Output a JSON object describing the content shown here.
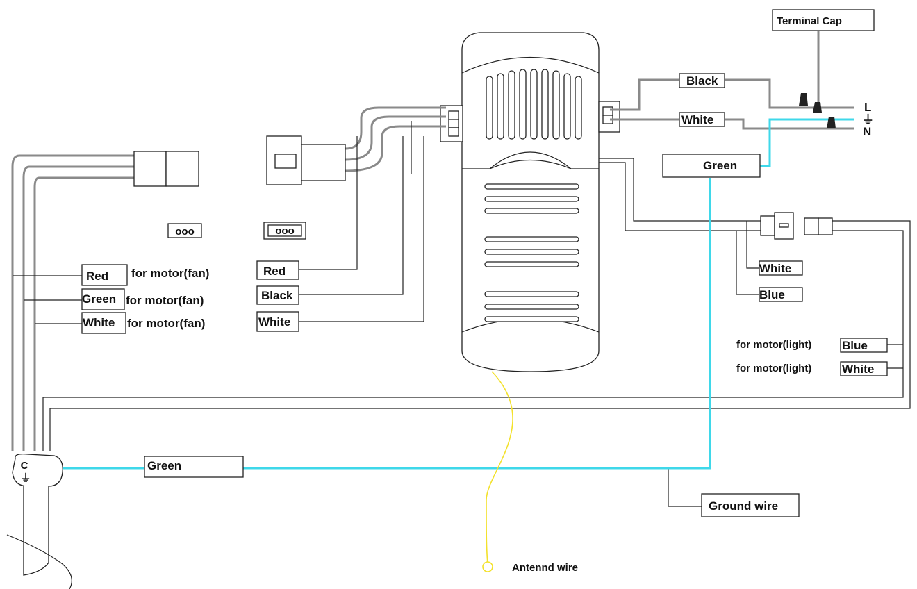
{
  "labels": {
    "terminal_cap": "Terminal Cap",
    "black_top": "Black",
    "white_top": "White",
    "green_top": "Green",
    "L": "L",
    "ground_symbol": "⏚",
    "N": "N",
    "white_light": "White",
    "blue_light": "Blue",
    "light_blue_desc": "for  motor(light)",
    "light_blue_tag": "Blue",
    "light_white_desc": "for  motor(light)",
    "light_white_tag": "White",
    "red_left": "Red",
    "green_left": "Green",
    "white_left": "White",
    "red_desc": "for  motor(fan)",
    "green_desc": "for  motor(fan)",
    "white_desc": "for  motor(fan)",
    "red_mid": "Red",
    "black_mid": "Black",
    "white_mid": "White",
    "plug1": "ooo",
    "plug2": "ooo",
    "green_bottom": "Green",
    "ground_wire": "Ground wire",
    "antenna_wire": "Antennd wire",
    "bracket_c": "C"
  },
  "colors": {
    "wire_gray": "#8a8a8a",
    "wire_blue": "#3fd8ea",
    "wire_yellow": "#f3e12b",
    "line": "#222222"
  }
}
